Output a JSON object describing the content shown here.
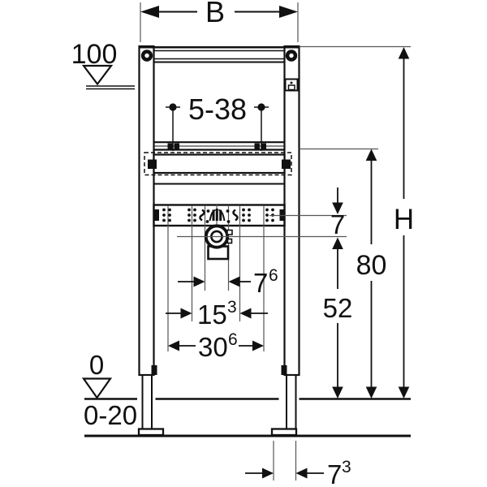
{
  "drawing": {
    "title": "washbasin-installation-element-dimension-drawing",
    "units_note": "",
    "colors": {
      "line": "#111111",
      "thin_line": "#555555",
      "background": "#ffffff"
    },
    "dims": {
      "frame_width": "B",
      "meter_mark": "100",
      "faucet_height_range": "5-38",
      "rail_offset": "7",
      "total_height": "H",
      "support_height": "80",
      "drain_height": "52",
      "drain_center_width": {
        "v": "7",
        "sup": "6"
      },
      "fixing_spacing": {
        "v": "15",
        "sup": "3"
      },
      "fixing_outer_spacing": {
        "v": "30",
        "sup": "6"
      },
      "floor_datum": "0",
      "floor_adjust_range": "0-20",
      "foot_offset": {
        "v": "7",
        "sup": "3"
      }
    }
  }
}
